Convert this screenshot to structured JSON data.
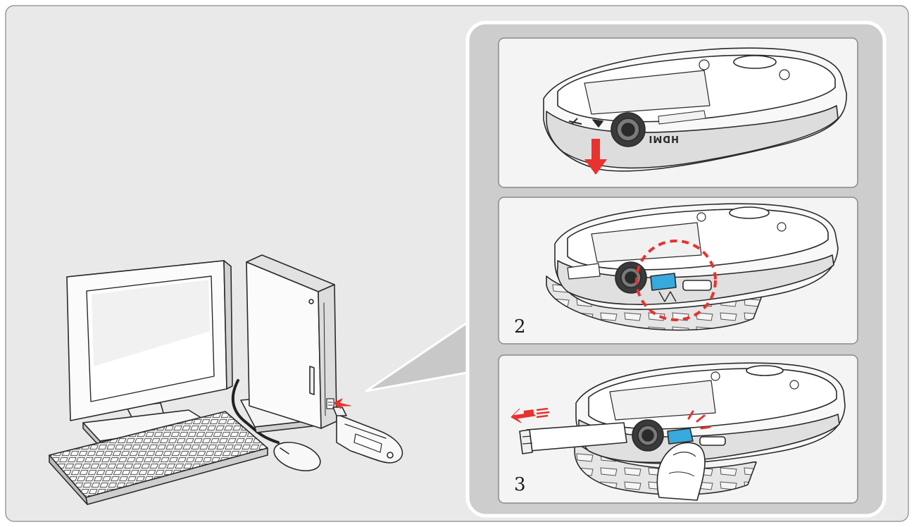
{
  "steps": [
    {
      "number": "",
      "port_label": "HDMI"
    },
    {
      "number": "2"
    },
    {
      "number": "3"
    }
  ],
  "colors": {
    "background": "#e9e9e9",
    "inset": "#cdcdcd",
    "panel": "#f4f4f4",
    "outline": "#2a2a2a",
    "arrow_red": "#e8322f",
    "latch_blue": "#38a9dd"
  },
  "icons": [
    "desktop-computer",
    "usb-modem-device",
    "red-arrow",
    "callout-circle"
  ]
}
